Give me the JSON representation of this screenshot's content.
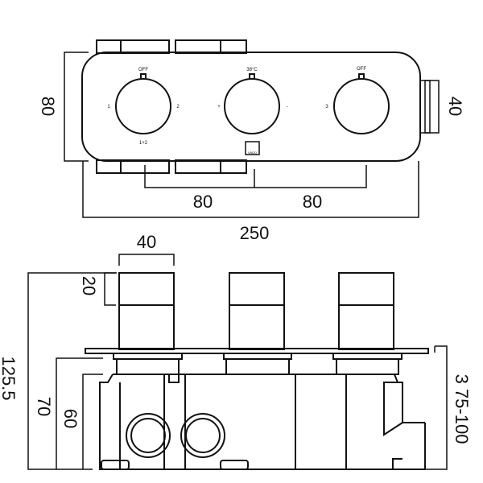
{
  "top_view": {
    "knob_labels": {
      "knob1_top": "OFF",
      "knob2_top": "38°C",
      "knob3_top": "OFF",
      "knob1_left": "1",
      "knob1_right": "2",
      "knob1_bottom": "1+2",
      "knob2_left": "+",
      "knob2_right": "-",
      "knob3_left": "3"
    },
    "logo": "VADO",
    "dims": {
      "height": "80",
      "depth_right": "40",
      "spacing1": "80",
      "spacing2": "80",
      "width": "250"
    }
  },
  "side_view": {
    "dims": {
      "knob_width": "40",
      "knob_top": "20",
      "total_depth": "125.5",
      "depth70": "70",
      "depth60": "60",
      "range": "3 75-100"
    }
  }
}
